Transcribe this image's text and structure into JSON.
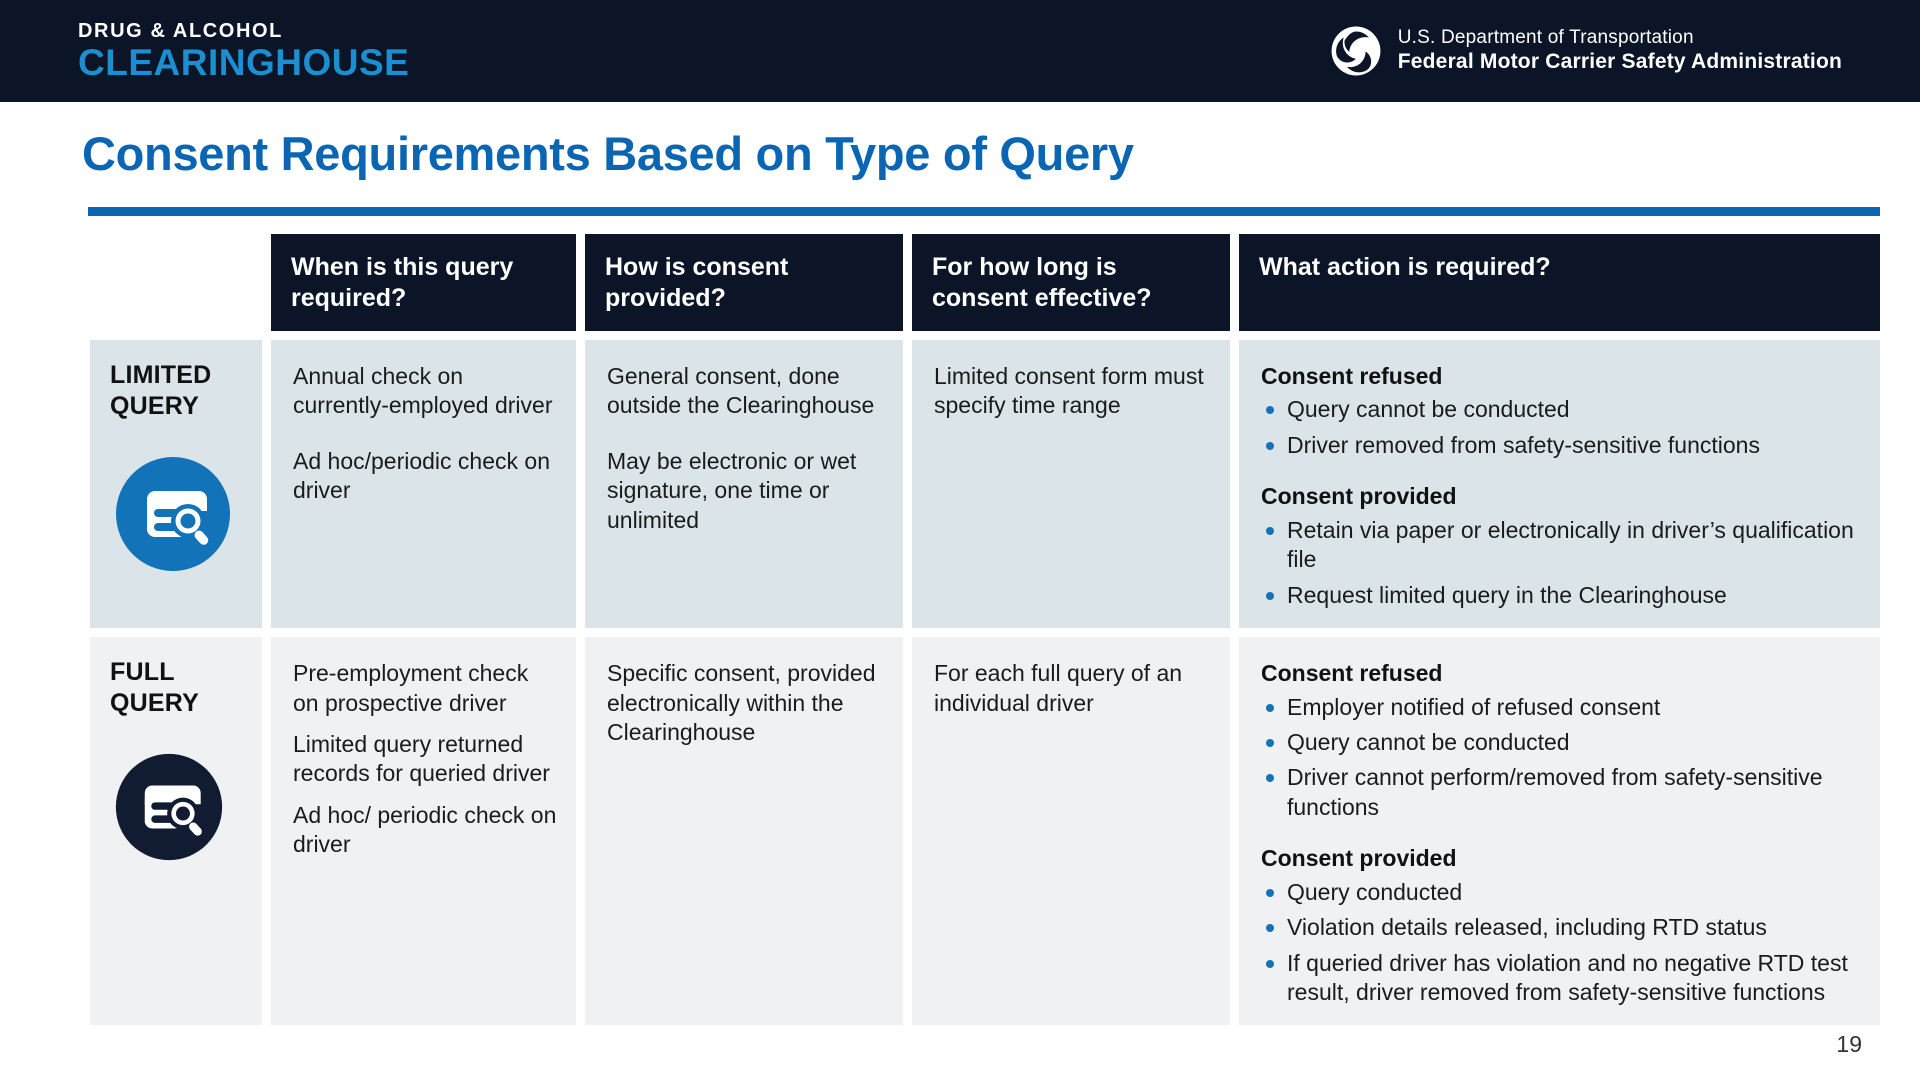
{
  "header": {
    "brand_line1": "DRUG & ALCOHOL",
    "brand_line2": "CLEARINGHOUSE",
    "agency_line1": "U.S. Department of Transportation",
    "agency_line2": "Federal Motor Carrier Safety Administration",
    "brand_accent": "#1a8fd1",
    "bar_color": "#0b1527"
  },
  "title": {
    "text": "Consent Requirements Based on Type of Query",
    "color": "#0a66b2"
  },
  "table": {
    "headers": [
      "",
      "When is this query required?",
      "How is consent provided?",
      "For how long is consent effective?",
      "What action is required?"
    ],
    "rows": [
      {
        "label": "LIMITED QUERY",
        "icon": "document-search-icon",
        "icon_color": "#1273b8",
        "when": [
          "Annual check on currently-employed driver",
          "Ad hoc/periodic check on driver"
        ],
        "how": [
          "General consent, done outside the Clearinghouse",
          "May be electronic or wet signature, one time or unlimited"
        ],
        "how_long": [
          "Limited consent form must specify time range"
        ],
        "action": [
          {
            "heading": "Consent refused",
            "items": [
              "Query cannot be conducted",
              "Driver removed from safety-sensitive functions"
            ]
          },
          {
            "heading": "Consent provided",
            "items": [
              "Retain via paper or electronically in driver’s qualification file",
              "Request limited query in the Clearinghouse"
            ]
          }
        ]
      },
      {
        "label": "FULL QUERY",
        "icon": "document-search-icon",
        "icon_color": "#111c32",
        "when": [
          "Pre-employment check on prospective driver",
          "Limited query returned records for queried driver",
          "Ad hoc/ periodic check on driver"
        ],
        "how": [
          "Specific consent, provided electronically within the Clearinghouse"
        ],
        "how_long": [
          "For each full query of an individual driver"
        ],
        "action": [
          {
            "heading": "Consent refused",
            "items": [
              "Employer notified of refused consent",
              "Query cannot be conducted",
              "Driver cannot perform/removed from safety-sensitive functions"
            ]
          },
          {
            "heading": "Consent provided",
            "items": [
              "Query conducted",
              "Violation details released, including RTD status",
              "If queried driver has violation and no negative RTD test result, driver removed from safety-sensitive functions"
            ]
          }
        ]
      }
    ]
  },
  "footer": {
    "page_number": "19"
  }
}
